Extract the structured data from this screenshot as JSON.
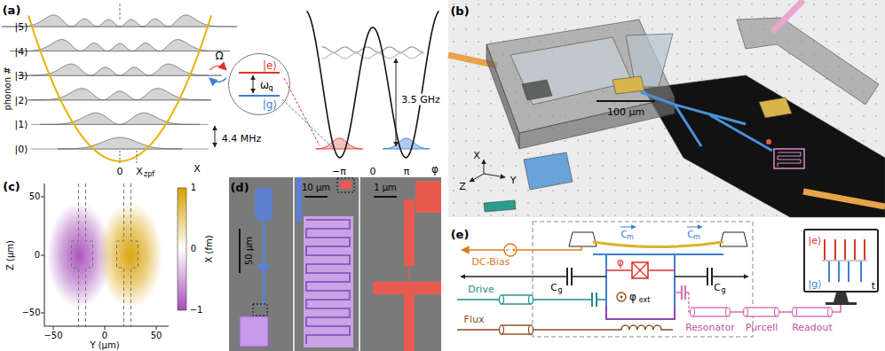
{
  "diagram": {
    "nodes": [
      {
        "text": [
          "|e⟩",
          "ω",
          "q",
          "|g⟩"
        ]
      },
      {
        "text": [
          "|e⟩",
          "|g⟩",
          "t"
        ]
      }
    ],
    "labels": [
      "(a)",
      "|5⟩",
      "|4⟩",
      "|3⟩",
      "|2⟩",
      "|1⟩",
      "|0⟩",
      "phonon #",
      "4.4 MHz",
      "0",
      "X",
      "zpf",
      "X",
      "Ω",
      "3.5 GHz",
      "−π",
      "0",
      "π",
      "φ",
      "(b)",
      "100 µm",
      "X",
      "Y",
      "Z",
      "(c)",
      "Z (µm)",
      "50",
      "0",
      "−50",
      "−50",
      "0",
      "50",
      "Y (µm)",
      "1",
      "0",
      "−1",
      "X (fm)",
      "(d)",
      "50 µm",
      "10 µm",
      "1 µm",
      "(e)",
      "C",
      "m",
      "C",
      "m",
      "C",
      "g",
      "C",
      "g",
      "φ",
      "φ",
      "ext",
      "DC-Bias",
      "Drive",
      "Flux",
      "Resonator",
      "Purcell",
      "Readout"
    ]
  }
}
